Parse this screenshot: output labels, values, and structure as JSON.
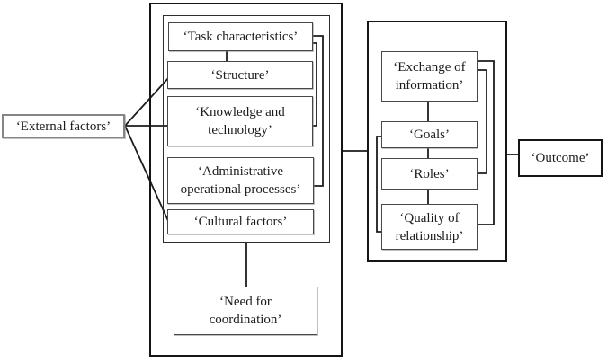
{
  "figure": {
    "type": "concept-diagram",
    "colors": {
      "background": "#ffffff",
      "line": "#1c1c1c",
      "box_border": "#474747",
      "container_border": "#151515",
      "external_box_border": "#868686",
      "text": "#1c1c1c"
    },
    "boxes": {
      "external_factors": "‘External factors’",
      "task_characteristics": "‘Task characteristics’",
      "structure": "‘Structure’",
      "knowledge_technology": [
        "‘Knowledge and",
        "technology’"
      ],
      "administrative_processes": [
        "‘Administrative",
        "operational processes’"
      ],
      "cultural_factors": "‘Cultural factors’",
      "need_for_coordination": [
        "‘Need for",
        "coordination’"
      ],
      "exchange_of_information": [
        "‘Exchange of",
        "information’"
      ],
      "goals": "‘Goals’",
      "roles": "‘Roles’",
      "quality_of_relationship": [
        "‘Quality of",
        "relationship’"
      ],
      "outcome": "‘Outcome’"
    }
  }
}
